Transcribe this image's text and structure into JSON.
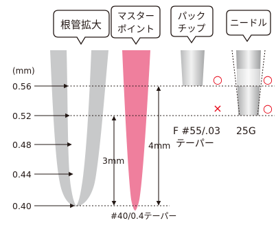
{
  "callouts": {
    "root_canal": "根管拡大",
    "master_point_line1": "マスター",
    "master_point_line2": "ポイント",
    "paper_tip_line1": "パック",
    "paper_tip_line2": "チップ",
    "needle": "ニードル"
  },
  "axis": {
    "unit": "(mm)",
    "ticks": [
      "0.56",
      "0.52",
      "0.48",
      "0.44",
      "0.40"
    ]
  },
  "dimensions": {
    "length_3mm": "3mm",
    "length_4mm": "4mm"
  },
  "labels": {
    "paper_tip_size": "F #55/.03",
    "paper_tip_taper": "テーパー",
    "needle_gauge": "25G",
    "master_point_size": "#40/0.4テーパー"
  },
  "marks": {
    "ok": "○",
    "ng": "×"
  },
  "colors": {
    "gray": "#c8c9ca",
    "pink": "#ef7f9d",
    "mark_red": "#e60012",
    "text": "#231815"
  }
}
